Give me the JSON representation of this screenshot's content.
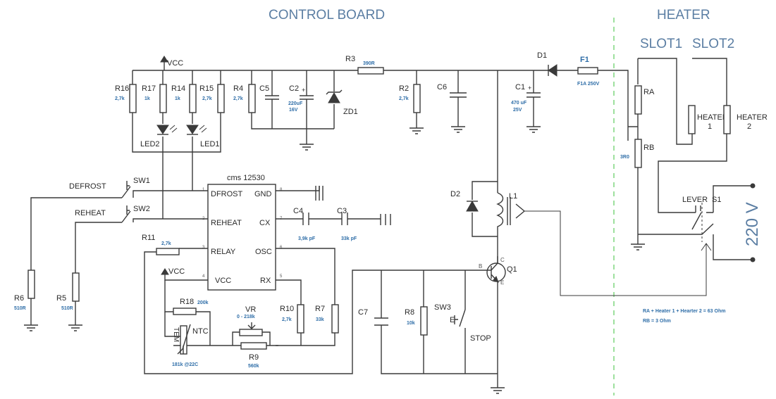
{
  "sections": {
    "control_board": "CONTROL    BOARD",
    "heater": "HEATER",
    "slot1": "SLOT1",
    "slot2": "SLOT2"
  },
  "ic": {
    "name": "cms 12530",
    "pins": {
      "dfrost": "DFROST",
      "reheat": "REHEAT",
      "relay": "RELAY",
      "vcc": "VCC",
      "gnd": "GND",
      "cx": "CX",
      "osc": "OSC",
      "rx": "RX"
    },
    "pin_numbers": [
      "1",
      "2",
      "3",
      "4",
      "5",
      "6",
      "7",
      "8"
    ]
  },
  "power": {
    "vcc": "VCC",
    "vcc2": "VCC"
  },
  "resistors": {
    "r16": {
      "name": "R16",
      "value": "2,7k"
    },
    "r17": {
      "name": "R17",
      "value": "1k"
    },
    "r14": {
      "name": "R14",
      "value": "1k"
    },
    "r15": {
      "name": "R15",
      "value": "2,7k"
    },
    "r4": {
      "name": "R4",
      "value": "2,7k"
    },
    "r3": {
      "name": "R3",
      "value": "390R"
    },
    "r2": {
      "name": "R2",
      "value": "2,7k"
    },
    "r11": {
      "name": "R11",
      "value": "2,7k"
    },
    "r6": {
      "name": "R6",
      "value": "510R"
    },
    "r5": {
      "name": "R5",
      "value": "510R"
    },
    "r18": {
      "name": "R18",
      "value": "200k"
    },
    "r9": {
      "name": "R9",
      "value": "560k"
    },
    "r10": {
      "name": "R10",
      "value": "2,7k"
    },
    "r7": {
      "name": "R7",
      "value": "33k"
    },
    "r8": {
      "name": "R8",
      "value": "10k"
    },
    "ra": {
      "name": "RA"
    },
    "rb": {
      "name": "RB",
      "value": "3R0"
    }
  },
  "capacitors": {
    "c5": {
      "name": "C5"
    },
    "c2": {
      "name": "C2",
      "value": "220uF",
      "voltage": "16V"
    },
    "c6": {
      "name": "C6"
    },
    "c1": {
      "name": "C1",
      "value": "470 uF",
      "voltage": "25V"
    },
    "c4": {
      "name": "C4",
      "value": "3,9k pF"
    },
    "c3": {
      "name": "C3",
      "value": "33k pF"
    },
    "c7": {
      "name": "C7"
    }
  },
  "diodes": {
    "zd1": "ZD1",
    "d1": "D1",
    "d2": "D2",
    "led1": "LED1",
    "led2": "LED2"
  },
  "fuse": {
    "name": "F1",
    "value": "F1A 250V"
  },
  "switches": {
    "sw1": "SW1",
    "sw2": "SW2",
    "sw3": "SW3",
    "s1": "S1",
    "defrost": "DEFROST",
    "reheat": "REHEAT",
    "stop": "STOP",
    "lever": "LEVER"
  },
  "relay": {
    "name": "L1"
  },
  "transistor": {
    "name": "Q1",
    "b": "B",
    "c": "C",
    "e": "E"
  },
  "vr": {
    "name": "VR",
    "range": "0 - 218k"
  },
  "ntc": {
    "name": "NTC",
    "tem": "TEM",
    "value": "181k @22C"
  },
  "sw3_e": "E",
  "heaters": {
    "h1_top": "HEATER",
    "h1_num": "1",
    "h2_top": "HEATER",
    "h2_num": "2"
  },
  "mains": "220  V",
  "notes": {
    "line1": "RA + Heater 1 + Hearter 2 = 63 Ohm",
    "line2": "RB = 3 Ohm"
  }
}
